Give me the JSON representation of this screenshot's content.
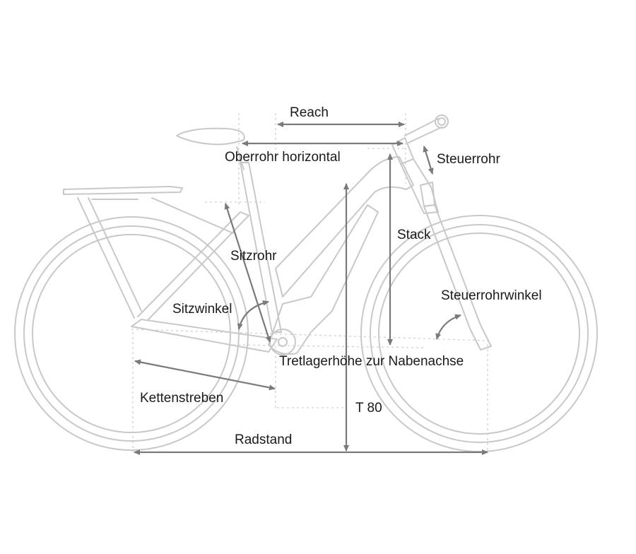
{
  "labels": {
    "reach": "Reach",
    "top_tube": "Oberrohr horizontal",
    "head_tube": "Steuerrohr",
    "stack": "Stack",
    "seat_tube": "Sitzrohr",
    "head_angle": "Steuerrohrwinkel",
    "seat_angle": "Sitzwinkel",
    "bb_drop": "Tretlagerhöhe zur Nabenachse",
    "chainstays": "Kettenstreben",
    "standover": "T 80",
    "wheelbase": "Radstand"
  },
  "colors": {
    "frame": "#c8c8c8",
    "dimension": "#7a7a7a",
    "text": "#1a1a1a"
  }
}
